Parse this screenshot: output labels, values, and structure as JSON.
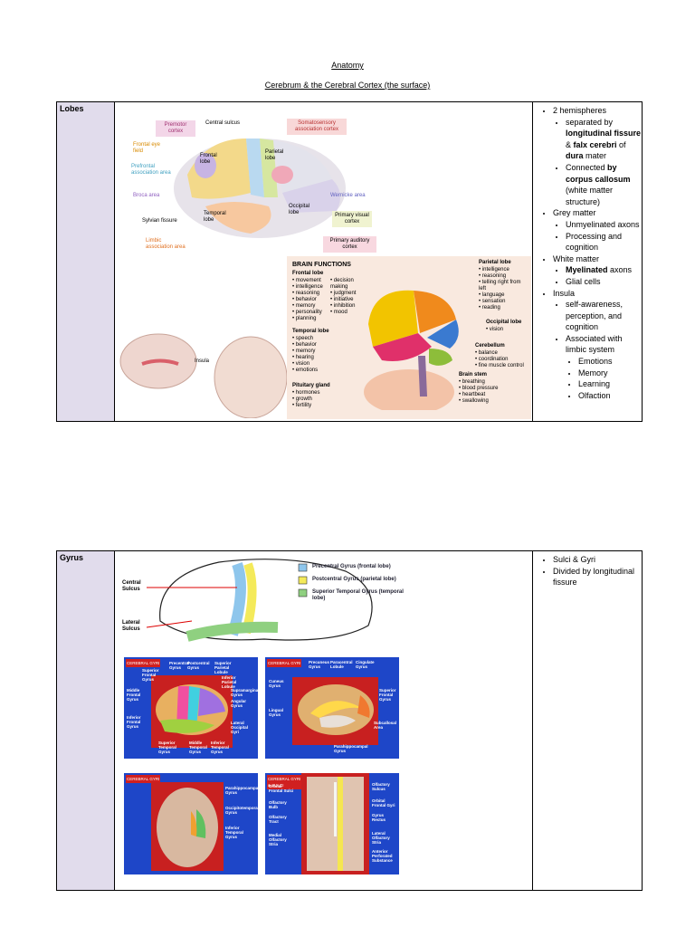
{
  "header": {
    "title": "Anatomy",
    "subtitle": "Cerebrum & the Cerebral Cortex (the surface)"
  },
  "lobes": {
    "label": "Lobes",
    "diagram_labels": {
      "premotor": "Premotor cortex",
      "central_sulcus": "Central sulcus",
      "somatosensory": "Somatosensory association cortex",
      "frontal_eye": "Frontal eye field",
      "prefrontal": "Prefrontal association area",
      "frontal_lobe": "Frontal lobe",
      "parietal_lobe": "Parietal lobe",
      "broca": "Broca area",
      "wernicke": "Wernicke area",
      "sylvian": "Sylvian fissure",
      "temporal_lobe": "Temporal lobe",
      "occipital_lobe": "Occipital lobe",
      "primary_visual": "Primary visual cortex",
      "primary_auditory": "Primary auditory cortex",
      "limbic": "Limbic association area",
      "insula": "Insula"
    },
    "brain_functions": {
      "title": "BRAIN FUNCTIONS",
      "frontal_title": "Frontal lobe",
      "frontal_col1": [
        "movement",
        "intelligence",
        "reasoning",
        "behavior",
        "memory",
        "personality",
        "planning"
      ],
      "frontal_col2": [
        "decision making",
        "judgment",
        "initiative",
        "inhibition",
        "mood"
      ],
      "temporal_title": "Temporal lobe",
      "temporal_items": [
        "speech",
        "behavior",
        "memory",
        "hearing",
        "vision",
        "emotions"
      ],
      "pituitary_title": "Pituitary gland",
      "pituitary_items": [
        "hormones",
        "growth",
        "fertility"
      ],
      "parietal_title": "Parietal lobe",
      "parietal_items": [
        "intelligence",
        "reasoning",
        "telling right from left",
        "language",
        "sensation",
        "reading"
      ],
      "occipital_title": "Occipital lobe",
      "occipital_items": [
        "vision"
      ],
      "cerebellum_title": "Cerebellum",
      "cerebellum_items": [
        "balance",
        "coordination",
        "fine muscle control"
      ],
      "brainstem_title": "Brain stem",
      "brainstem_items": [
        "breathing",
        "blood pressure",
        "heartbeat",
        "swallowing"
      ]
    },
    "notes": {
      "hemispheres": "2 hemispheres",
      "sep_pre": "separated by ",
      "sep_bold": "longitudinal fissure",
      "sep_mid": " & ",
      "sep_bold2": "falx cerebri",
      "sep_mid2": " of ",
      "sep_bold3": "dura",
      "sep_post": " mater",
      "conn_pre": "Connected ",
      "conn_bold": "by corpus callosum",
      "conn_post": " (white matter structure)",
      "grey": "Grey matter",
      "grey_sub1": "Unmyelinated axons",
      "grey_sub2": "Processing and cognition",
      "white": "White matter",
      "white_sub1_bold": "Myelinated",
      "white_sub1_post": " axons",
      "white_sub2": "Glial cells",
      "insula": "Insula",
      "insula_sub1": "self-awareness, perception, and cognition",
      "insula_sub2": "Associated with limbic system",
      "limbic_items": [
        "Emotions",
        "Memory",
        "Learning",
        "Olfaction"
      ]
    }
  },
  "gyrus": {
    "label": "Gyrus",
    "legend": {
      "precentral": "Precentral Gyrus (frontal lobe)",
      "postcentral": "Postcentral Gyrus (parietal lobe)",
      "superior_temporal": "Superior Temporal Gyrus (temporal lobe)"
    },
    "sketch_labels": {
      "central": "Central Sulcus",
      "lateral": "Lateral Sulcus"
    },
    "panel_titles": {
      "p1": "CEREBRAL GYRI",
      "p2": "CEREBRAL GYRI",
      "p3": "CEREBRAL GYRI",
      "p4": "CEREBRAL GYRI & SULCI"
    },
    "panel1_labels": [
      "Superior Frontal Gyrus",
      "Precentral Gyrus",
      "Postcentral Gyrus",
      "Superior Parietal Lobule",
      "Middle Frontal Gyrus",
      "Inferior Parietal Lobule",
      "Supramarginal Gyrus",
      "Angular Gyrus",
      "Inferior Frontal Gyrus",
      "Lateral Occipital Gyri",
      "Superior Temporal Gyrus",
      "Middle Temporal Gyrus",
      "Inferior Temporal Gyrus"
    ],
    "panel2_labels": [
      "Precuneus Gyrus",
      "Paracentral Lobule",
      "Cingulate Gyrus",
      "Cuneus Gyrus",
      "Superior Frontal Gyrus",
      "Lingual Gyrus",
      "Subcallosal Area",
      "Parahippocampal Gyrus"
    ],
    "panel3_labels": [
      "Parahippocampal Gyrus",
      "Occipitotemporal Gyrus",
      "Inferior Temporal Gyrus"
    ],
    "panel4_labels": [
      "Orbital Frontal Sulci",
      "Olfactory Bulb",
      "Olfactory Tract",
      "Medial Olfactory Stria",
      "Olfactory Sulcus",
      "Orbital Frontal Gyri",
      "Gyrus Rectus",
      "Lateral Olfactory Stria",
      "Anterior Perforated Substance"
    ],
    "notes": {
      "item1": "Sulci & Gyri",
      "item2": "Divided by longitudinal fissure"
    }
  }
}
